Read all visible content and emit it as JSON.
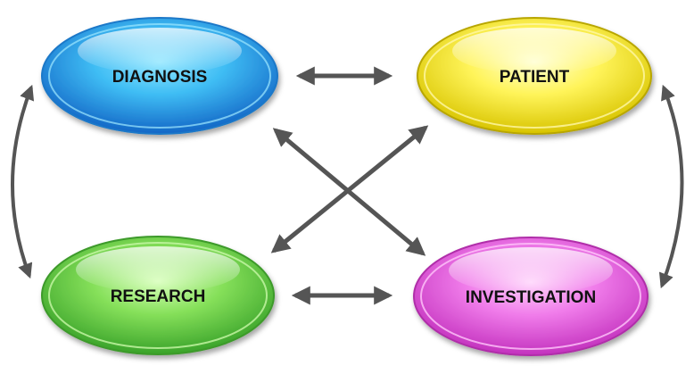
{
  "nodes": {
    "diagnosis": {
      "label": "DIAGNOSIS",
      "color": "#2aa6e8"
    },
    "patient": {
      "label": "PATIENT",
      "color": "#f3e62a"
    },
    "research": {
      "label": "RESEARCH",
      "color": "#6fd24a"
    },
    "investigation": {
      "label": "INVESTIGATION",
      "color": "#e65ddf"
    }
  },
  "arrow_color": "#555555"
}
